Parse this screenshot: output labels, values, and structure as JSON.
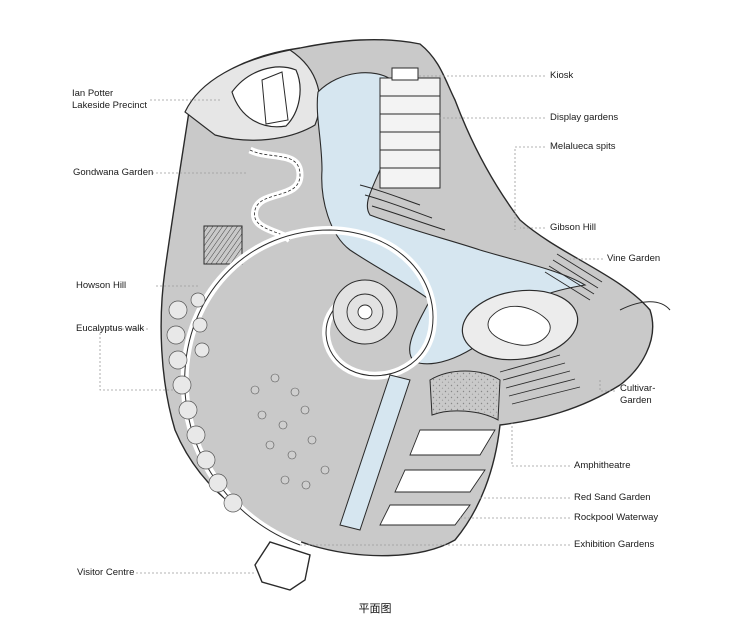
{
  "labels": {
    "ian_potter": [
      "Ian Potter",
      "Lakeside Precinct"
    ],
    "gondwana": "Gondwana Garden",
    "howson": "Howson Hill",
    "eucalyptus": "Eucalyptus walk",
    "visitor": "Visitor Centre",
    "kiosk": "Kiosk",
    "display": "Display gardens",
    "melaleuca": "Melalueca spits",
    "gibson": "Gibson Hill",
    "vine": "Vine Garden",
    "cultivar": [
      "Cultivar-",
      "Garden"
    ],
    "amphitheatre": "Amphitheatre",
    "red_sand": "Red Sand Garden",
    "rockpool": "Rockpool Waterway",
    "exhibition": "Exhibition Gardens"
  },
  "caption": "平面图",
  "colors": {
    "ground": "#c9c9c9",
    "water": "#d6e6f0",
    "path": "#ffffff",
    "line": "#2a2a2a",
    "leader": "#9a9a9a"
  }
}
